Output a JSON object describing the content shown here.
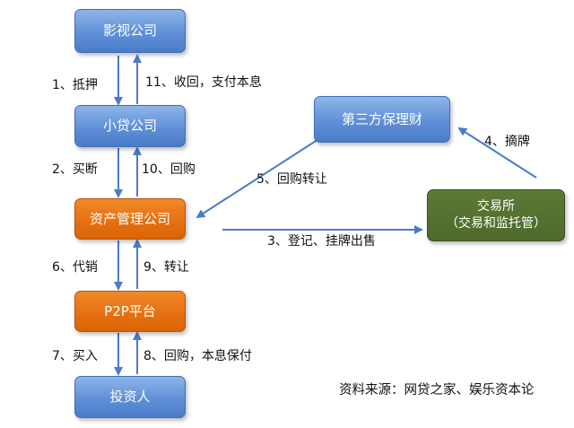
{
  "nodes": {
    "film_company": "影视公司",
    "loan_company": "小贷公司",
    "asset_mgmt": "资产管理公司",
    "p2p": "P2P平台",
    "investor": "投资人",
    "third_party": "第三方保理财",
    "exchange_line1": "交易所",
    "exchange_line2": "（交易和监托管）"
  },
  "edges": {
    "e1": "1、抵押",
    "e11": "11、收回，支付本息",
    "e2": "2、买断",
    "e10": "10、回购",
    "e6": "6、代销",
    "e9": "9、转让",
    "e7": "7、买入",
    "e8": "8、回购，本息保付",
    "e3": "3、登记、挂牌出售",
    "e4": "4、摘牌",
    "e5": "5、回购转让"
  },
  "source": "资料来源：网贷之家、娱乐资本论",
  "colors": {
    "blue_node": "#5f8fd6",
    "orange_node": "#e56f10",
    "green_node": "#4f6a2c",
    "arrow": "#4a7cc8"
  }
}
